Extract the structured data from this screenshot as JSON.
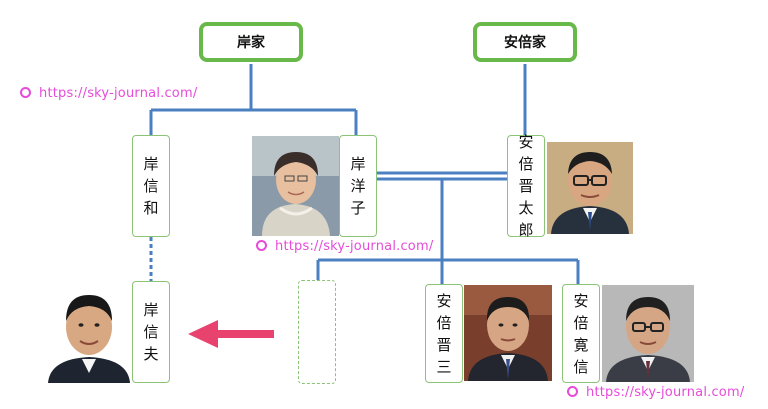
{
  "families": {
    "kishi": {
      "label": "岸家"
    },
    "abe": {
      "label": "安倍家"
    }
  },
  "people": {
    "kishi_nobukazu": {
      "chars": [
        "岸",
        "信",
        "和"
      ]
    },
    "kishi_yoko": {
      "chars": [
        "岸",
        "洋",
        "子"
      ]
    },
    "abe_shintaro": {
      "chars": [
        "安",
        "倍",
        "晋",
        "太",
        "郎"
      ]
    },
    "kishi_nobuo": {
      "chars": [
        "岸",
        "信",
        "夫"
      ]
    },
    "abe_shinzo": {
      "chars": [
        "安",
        "倍",
        "晋",
        "三"
      ]
    },
    "abe_hironobu": {
      "chars": [
        "安",
        "倍",
        "寛",
        "信"
      ]
    }
  },
  "watermarks": [
    "https://sky-journal.com/",
    "https://sky-journal.com/",
    "https://sky-journal.com/"
  ],
  "colors": {
    "family_border": "#69b84a",
    "person_border": "#8cc477",
    "connector": "#4a7fc1",
    "arrow": "#e8436f",
    "watermark": "#e64bd9"
  },
  "photos": [
    {
      "name": "photo-kishi-yoko"
    },
    {
      "name": "photo-abe-shintaro"
    },
    {
      "name": "photo-kishi-nobuo"
    },
    {
      "name": "photo-abe-shinzo"
    },
    {
      "name": "photo-abe-hironobu"
    }
  ]
}
